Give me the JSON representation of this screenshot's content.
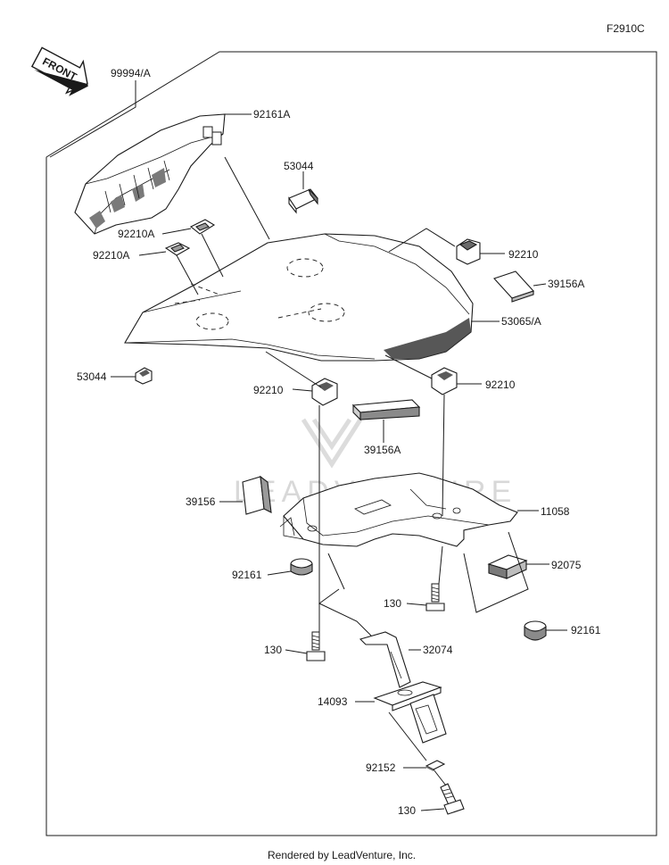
{
  "figure_code": "F2910C",
  "front_label": "FRONT",
  "watermark": "LEADVENTURE",
  "footer": "Rendered by LeadVenture, Inc.",
  "callouts": {
    "c99994a": "99994/A",
    "c92161a": "92161A",
    "c53044_top": "53044",
    "c92210a_1": "92210A",
    "c92210a_2": "92210A",
    "c92210_top": "92210",
    "c39156a_top": "39156A",
    "c53065a": "53065/A",
    "c53044_left": "53044",
    "c92210_left": "92210",
    "c92210_right": "92210",
    "c39156a_mid": "39156A",
    "c39156": "39156",
    "c11058": "11058",
    "c92161_left": "92161",
    "c92075": "92075",
    "c130_mid": "130",
    "c92161_right": "92161",
    "c130_left": "130",
    "c32074": "32074",
    "c14093": "14093",
    "c92152": "92152",
    "c130_bottom": "130"
  },
  "colors": {
    "ink": "#1a1a1a",
    "part_fill": "#ffffff",
    "shade": "#6e6e6e",
    "watermark": "#d8d8d8"
  }
}
